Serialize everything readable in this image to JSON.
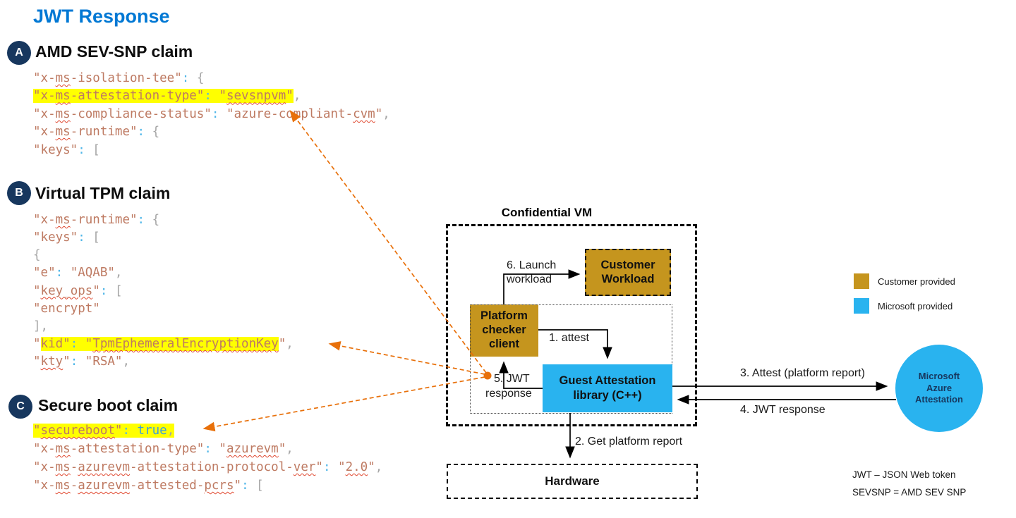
{
  "title": "JWT Response",
  "colors": {
    "accent_blue": "#0078D4",
    "badge_navy": "#17375E",
    "customer_gold": "#C5951E",
    "microsoft_cyan": "#29B3EF",
    "highlight_yellow": "#FFFF00",
    "arrow_orange": "#E8700A",
    "code_key": "#BE7A62",
    "code_colon": "#4FB6E8",
    "code_punct": "#A6A6A6",
    "code_bool": "#3E9FDB",
    "squiggle_red": "#E0472E"
  },
  "sections": [
    {
      "id": "a",
      "badge": "A",
      "heading": "AMD SEV-SNP claim",
      "code": [
        [
          [
            "\"x-",
            "k"
          ],
          [
            "ms",
            "k",
            "q"
          ],
          [
            "-isolation-tee\"",
            "k"
          ],
          [
            ":",
            "c"
          ],
          [
            " {",
            "p"
          ]
        ],
        [
          [
            "\"x-",
            "k",
            "h"
          ],
          [
            "ms",
            "k",
            "hq"
          ],
          [
            "-attestation-type\"",
            "k",
            "h"
          ],
          [
            ":",
            "c",
            "h"
          ],
          [
            " ",
            "p",
            "h"
          ],
          [
            "\"",
            "k",
            "h"
          ],
          [
            "sevsnpvm",
            "k",
            "hq"
          ],
          [
            "\"",
            "k",
            "h"
          ],
          [
            ",",
            "p"
          ]
        ],
        [
          [
            "\"x-",
            "k"
          ],
          [
            "ms",
            "k",
            "q"
          ],
          [
            "-compliance-status\"",
            "k"
          ],
          [
            ":",
            "c"
          ],
          [
            " ",
            "p"
          ],
          [
            "\"azure-compliant-",
            "k"
          ],
          [
            "cvm",
            "k",
            "q"
          ],
          [
            "\"",
            "k"
          ],
          [
            ",",
            "p"
          ]
        ],
        [
          [
            "\"x-",
            "k"
          ],
          [
            "ms",
            "k",
            "q"
          ],
          [
            "-runtime\"",
            "k"
          ],
          [
            ":",
            "c"
          ],
          [
            " {",
            "p"
          ]
        ],
        [
          [
            "\"keys\"",
            "k"
          ],
          [
            ":",
            "c"
          ],
          [
            " [",
            "p"
          ]
        ]
      ]
    },
    {
      "id": "b",
      "badge": "B",
      "heading": "Virtual TPM claim",
      "code": [
        [
          [
            "\"x-",
            "k"
          ],
          [
            "ms",
            "k",
            "q"
          ],
          [
            "-runtime\"",
            "k"
          ],
          [
            ":",
            "c"
          ],
          [
            " {",
            "p"
          ]
        ],
        [
          [
            "\"keys\"",
            "k"
          ],
          [
            ":",
            "c"
          ],
          [
            " [",
            "p"
          ]
        ],
        [
          [
            "{",
            "p"
          ]
        ],
        [
          [
            "\"e\"",
            "k"
          ],
          [
            ":",
            "c"
          ],
          [
            " \"AQAB\"",
            "k"
          ],
          [
            ",",
            "p"
          ]
        ],
        [
          [
            "\"",
            "k"
          ],
          [
            "key_ops",
            "k",
            "q"
          ],
          [
            "\"",
            "k"
          ],
          [
            ":",
            "c"
          ],
          [
            " [",
            "p"
          ]
        ],
        [
          [
            "\"encrypt\"",
            "k"
          ]
        ],
        [
          [
            "],",
            "p"
          ]
        ],
        [
          [
            "\"",
            "k"
          ],
          [
            "kid\"",
            "k",
            "h"
          ],
          [
            ":",
            "c",
            "h"
          ],
          [
            " ",
            "p",
            "h"
          ],
          [
            "\"",
            "k",
            "h"
          ],
          [
            "TpmEphemeralEncryptionKey",
            "k",
            "hq"
          ],
          [
            "\"",
            "k"
          ],
          [
            ",",
            "p"
          ]
        ],
        [
          [
            "\"",
            "k"
          ],
          [
            "kty",
            "k",
            "q"
          ],
          [
            "\"",
            "k"
          ],
          [
            ":",
            "c"
          ],
          [
            " \"RSA\"",
            "k"
          ],
          [
            ",",
            "p"
          ]
        ]
      ]
    },
    {
      "id": "c",
      "badge": "C",
      "heading": "Secure boot claim",
      "code": [
        [
          [
            "\"",
            "k",
            "h"
          ],
          [
            "secureboot",
            "k",
            "hq"
          ],
          [
            "\"",
            "k",
            "h"
          ],
          [
            ":",
            "c",
            "h"
          ],
          [
            " ",
            "p",
            "h"
          ],
          [
            "true",
            "b",
            "h"
          ],
          [
            ",",
            "p",
            "h"
          ]
        ],
        [
          [
            "\"x-",
            "k"
          ],
          [
            "ms",
            "k",
            "q"
          ],
          [
            "-attestation-type\"",
            "k"
          ],
          [
            ":",
            "c"
          ],
          [
            " \"",
            "k"
          ],
          [
            "azurevm",
            "k",
            "q"
          ],
          [
            "\"",
            "k"
          ],
          [
            ",",
            "p"
          ]
        ],
        [
          [
            "\"x-",
            "k"
          ],
          [
            "ms",
            "k",
            "q"
          ],
          [
            "-",
            "k"
          ],
          [
            "azurevm",
            "k",
            "q"
          ],
          [
            "-attestation-protocol-",
            "k"
          ],
          [
            "ver",
            "k",
            "q"
          ],
          [
            "\"",
            "k"
          ],
          [
            ":",
            "c"
          ],
          [
            " \"",
            "k"
          ],
          [
            "2.0",
            "k",
            "q"
          ],
          [
            "\"",
            "k"
          ],
          [
            ",",
            "p"
          ]
        ],
        [
          [
            "\"x-",
            "k"
          ],
          [
            "ms",
            "k",
            "q"
          ],
          [
            "-",
            "k"
          ],
          [
            "azurevm",
            "k",
            "q"
          ],
          [
            "-attested-",
            "k"
          ],
          [
            "pcrs",
            "k",
            "q"
          ],
          [
            "\"",
            "k"
          ],
          [
            ":",
            "c"
          ],
          [
            " [",
            "p"
          ]
        ]
      ]
    }
  ],
  "diagram": {
    "vm_label": "Confidential VM",
    "boxes": {
      "customer_workload": "Customer Workload",
      "platform_checker": "Platform checker client",
      "guest_attestation": "Guest Attestation library (C++)",
      "hardware": "Hardware",
      "maa": "Microsoft Azure Attestation"
    },
    "flow_labels": {
      "step1": "1. attest",
      "step2": "2. Get platform report",
      "step3": "3. Attest (platform report)",
      "step4": "4. JWT response",
      "step5_line1": "5. JWT",
      "step5_line2": "response",
      "step6": "6. Launch workload"
    }
  },
  "legend": [
    {
      "swatch": "#C5951E",
      "label": "Customer provided"
    },
    {
      "swatch": "#29B3EF",
      "label": "Microsoft provided"
    }
  ],
  "footnotes": [
    "JWT – JSON Web token",
    "SEVSNP = AMD SEV SNP"
  ]
}
